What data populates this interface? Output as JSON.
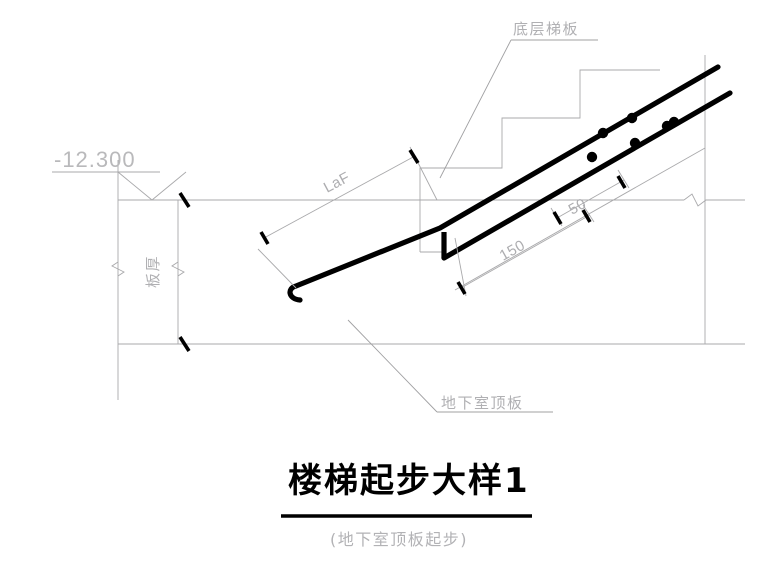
{
  "drawing": {
    "title": "楼梯起步大样1",
    "subtitle": "(地下室顶板起步)",
    "elevation_label": "-12.300",
    "annotations": {
      "top_note": "底层梯板",
      "bottom_note": "地下室顶板",
      "slab_thickness_label": "板厚"
    },
    "dimensions": {
      "anchorage": "LaF",
      "dim_150": "150",
      "dim_50": "50"
    },
    "colors": {
      "ink": "#000000",
      "thin_line": "#a9a9ab",
      "dim_text": "#adadb0",
      "background": "#ffffff"
    },
    "rebar_dots_count": 6
  }
}
